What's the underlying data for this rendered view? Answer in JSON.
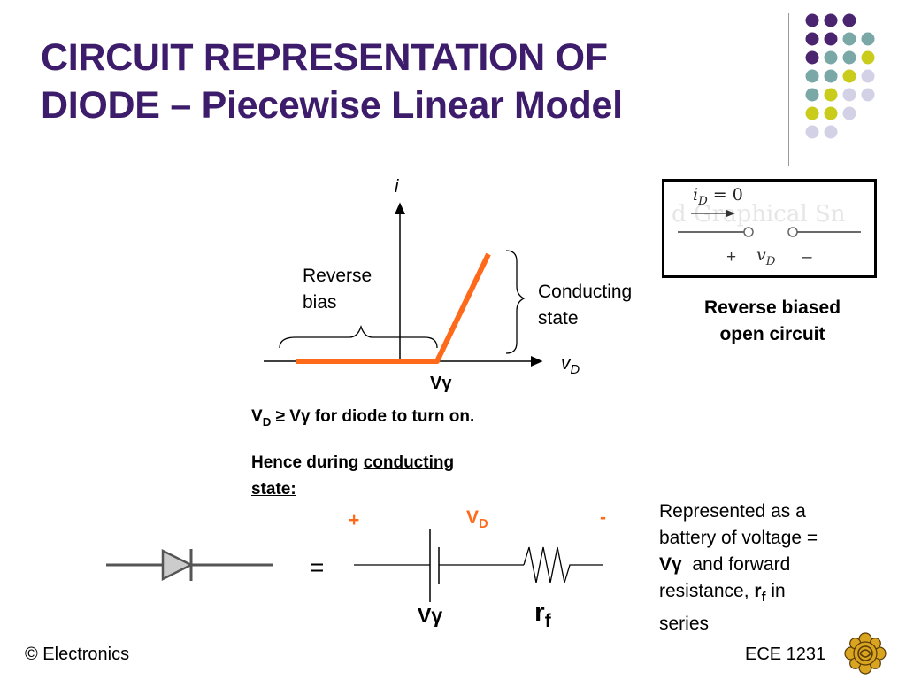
{
  "title": {
    "line1": "CIRCUIT REPRESENTATION OF",
    "line2": "DIODE – Piecewise Linear Model"
  },
  "graph": {
    "y_axis_label": "i",
    "x_axis_label_base": "v",
    "x_axis_label_sub": "D",
    "reverse_label_1": "Reverse",
    "reverse_label_2": "bias",
    "conducting_label_1": "Conducting",
    "conducting_label_2": "state",
    "threshold_label": "Vγ"
  },
  "open_circuit_figure": {
    "current_label_base": "i",
    "current_label_sub": "D",
    "current_label_eq": " = 0",
    "plus": "+",
    "voltage_label_base": "v",
    "voltage_label_sub": "D",
    "minus": "–",
    "watermark_text": "d Graphical Sn"
  },
  "caption": {
    "line1": "Reverse biased",
    "line2": "open circuit"
  },
  "condition": {
    "v_base": "V",
    "v_sub": "D",
    "rest": " ≥ Vγ for diode to turn on."
  },
  "conducting": {
    "prefix": "Hence during ",
    "underlined_1": "conducting",
    "underlined_2": "state:"
  },
  "circuit": {
    "plus": "+",
    "vd_base": "V",
    "vd_sub": "D",
    "minus": "-",
    "equals": "=",
    "battery_label": "Vγ",
    "resistor_label_base": "r",
    "resistor_label_sub": "f"
  },
  "description": {
    "line1": "Represented as a",
    "line2": "battery of voltage =",
    "line3_bold": "Vγ",
    "line3_rest": "  and forward",
    "line4_start": "resistance, ",
    "line4_bold_base": "r",
    "line4_bold_sub": "f",
    "line4_end": " in",
    "line5": "series"
  },
  "footer": {
    "left": "© Electronics",
    "right": "ECE 1231"
  },
  "colors": {
    "title": "#3d1d6b",
    "accent_orange": "#ff6a1a",
    "dot_purple": "#4b2470",
    "dot_teal": "#7aa8a6",
    "dot_yellow": "#c9cc1a",
    "dot_lavender": "#d3d1e6"
  },
  "icons": {
    "logo": "university-crest-icon",
    "diode": "diode-symbol-icon"
  }
}
